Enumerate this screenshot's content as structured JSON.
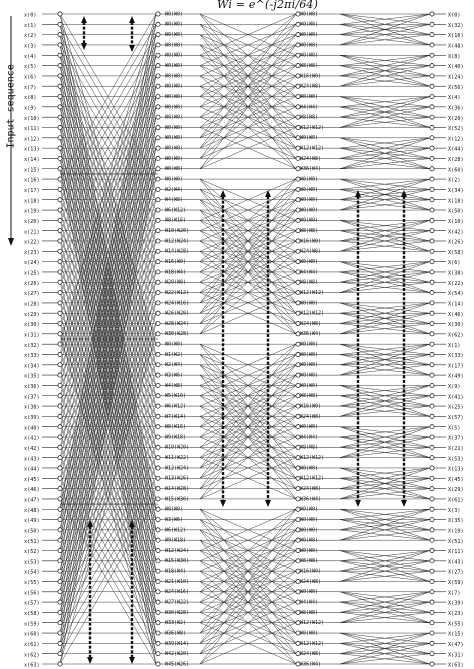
{
  "figure": {
    "title": "Wi = e^(-j2πi/64)",
    "input_label": "Input sequence",
    "n_points": 64,
    "inputs": [
      "x(0)",
      "x(1)",
      "x(2)",
      "x(3)",
      "x(4)",
      "x(5)",
      "x(6)",
      "x(7)",
      "x(8)",
      "x(9)",
      "x(10)",
      "x(11)",
      "x(12)",
      "x(13)",
      "x(14)",
      "x(15)",
      "x(16)",
      "x(17)",
      "x(18)",
      "x(19)",
      "x(20)",
      "x(21)",
      "x(22)",
      "x(23)",
      "x(24)",
      "x(25)",
      "x(26)",
      "x(27)",
      "x(28)",
      "x(29)",
      "x(30)",
      "x(31)",
      "x(32)",
      "x(33)",
      "x(34)",
      "x(35)",
      "x(36)",
      "x(37)",
      "x(38)",
      "x(39)",
      "x(40)",
      "x(41)",
      "x(42)",
      "x(43)",
      "x(44)",
      "x(45)",
      "x(46)",
      "x(47)",
      "x(48)",
      "x(49)",
      "x(50)",
      "x(51)",
      "x(52)",
      "x(53)",
      "x(54)",
      "x(55)",
      "x(56)",
      "x(57)",
      "x(58)",
      "x(59)",
      "x(60)",
      "x(61)",
      "x(62)",
      "x(63)"
    ],
    "outputs": [
      "X(0)",
      "X(32)",
      "X(16)",
      "X(48)",
      "X(8)",
      "X(40)",
      "X(24)",
      "X(56)",
      "X(4)",
      "X(36)",
      "X(20)",
      "X(52)",
      "X(12)",
      "X(44)",
      "X(28)",
      "X(60)",
      "X(2)",
      "X(34)",
      "X(18)",
      "X(50)",
      "X(10)",
      "X(42)",
      "X(26)",
      "X(58)",
      "X(6)",
      "X(38)",
      "X(22)",
      "X(54)",
      "X(14)",
      "X(46)",
      "X(30)",
      "X(62)",
      "X(1)",
      "X(33)",
      "X(17)",
      "X(49)",
      "X(9)",
      "X(41)",
      "X(25)",
      "X(57)",
      "X(5)",
      "X(37)",
      "X(21)",
      "X(53)",
      "X(13)",
      "X(45)",
      "X(29)",
      "X(61)",
      "X(3)",
      "X(35)",
      "X(19)",
      "X(51)",
      "X(11)",
      "X(43)",
      "X(27)",
      "X(59)",
      "X(7)",
      "X(39)",
      "X(23)",
      "X(55)",
      "X(15)",
      "X(47)",
      "X(31)",
      "X(63)"
    ],
    "stage1_twiddles": [
      "W0(W0)",
      "W0(W0)",
      "W0(W0)",
      "W0(W0)",
      "W0(W0)",
      "W0(W0)",
      "W0(W0)",
      "W0(W0)",
      "W0(W0)",
      "W0(W0)",
      "W0(W0)",
      "W0(W0)",
      "W0(W0)",
      "W0(W0)",
      "W0(W0)",
      "W0(W0)",
      "W0(W0)",
      "W2(W4)",
      "W4(W8)",
      "W6(W12)",
      "W8(W16)",
      "W10(W20)",
      "W12(W24)",
      "W14(W28)",
      "W16(W0)",
      "W18(W4)",
      "W20(W8)",
      "W22(W12)",
      "W24(W16)",
      "W26(W20)",
      "W28(W24)",
      "W30(W28)",
      "W0(W0)",
      "W1(W2)",
      "W2(W4)",
      "W3(W6)",
      "W4(W8)",
      "W5(W10)",
      "W6(W12)",
      "W7(W14)",
      "W8(W16)",
      "W9(W18)",
      "W10(W20)",
      "W11(W22)",
      "W12(W24)",
      "W13(W26)",
      "W14(W28)",
      "W15(W30)",
      "W0(W0)",
      "W3(W6)",
      "W6(W12)",
      "W9(W18)",
      "W12(W24)",
      "W15(W30)",
      "W18(W4)",
      "W21(W10)",
      "W24(W16)",
      "W27(W22)",
      "W30(W28)",
      "W33(W2)",
      "W36(W8)",
      "W39(W14)",
      "W42(W20)",
      "W45(W26)"
    ],
    "stage2_twiddles": [
      "W0(W0)",
      "W0(W0)",
      "W0(W0)",
      "W0(W0)",
      "W0(W0)",
      "W8(W8)",
      "W16(W0)",
      "W24(W8)",
      "W0(W0)",
      "W4(W4)",
      "W8(W8)",
      "W12(W12)",
      "W0(W0)",
      "W12(W12)",
      "W24(W8)",
      "W36(W4)",
      "W0(W0)",
      "W0(W0)",
      "W0(W0)",
      "W0(W0)",
      "W0(W0)",
      "W8(W8)",
      "W16(W0)",
      "W24(W8)",
      "W0(W0)",
      "W4(W4)",
      "W8(W8)",
      "W12(W12)",
      "W0(W0)",
      "W12(W12)",
      "W24(W8)",
      "W36(W4)",
      "W0(W0)",
      "W0(W0)",
      "W0(W0)",
      "W0(W0)",
      "W0(W0)",
      "W8(W8)",
      "W16(W0)",
      "W24(W8)",
      "W0(W0)",
      "W4(W4)",
      "W8(W8)",
      "W12(W12)",
      "W0(W0)",
      "W12(W12)",
      "W24(W8)",
      "W36(W4)",
      "W0(W0)",
      "W0(W0)",
      "W0(W0)",
      "W0(W0)",
      "W0(W0)",
      "W8(W8)",
      "W16(W0)",
      "W24(W8)",
      "W0(W0)",
      "W4(W4)",
      "W8(W8)",
      "W12(W12)",
      "W0(W0)",
      "W12(W12)",
      "W24(W8)",
      "W36(W4)"
    ]
  }
}
